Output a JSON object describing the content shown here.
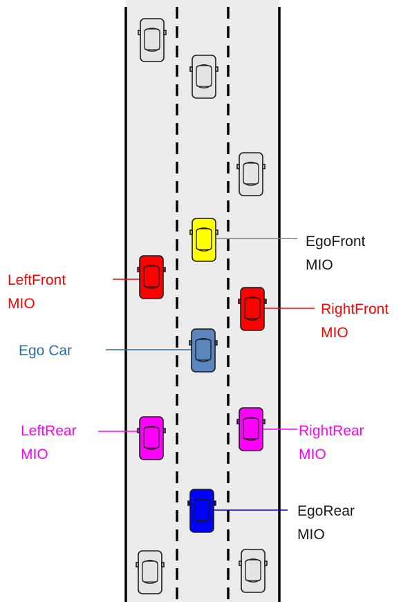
{
  "colors": {
    "traffic": "#e4e4e4",
    "mio_side_front": "#ff0000",
    "mio_ego_front": "#ffff00",
    "ego_car": "#5b86bd",
    "mio_side_rear": "#ff00ff",
    "mio_ego_rear": "#0000ff",
    "leader_ego_front": "#808080",
    "leader_ego_car": "#2f6f9f",
    "leader_ego_rear": "#0000ff",
    "label_black": "#1a1a1a",
    "label_red": "#ff0000",
    "label_blue": "#2b6ea8",
    "label_magenta": "#ff00ff"
  },
  "labels": {
    "ego_front": [
      "EgoFront",
      "MIO"
    ],
    "left_front": [
      "LeftFront",
      "MIO"
    ],
    "right_front": [
      "RightFront",
      "MIO"
    ],
    "ego_car": [
      "Ego Car"
    ],
    "left_rear": [
      "LeftRear",
      "MIO"
    ],
    "right_rear": [
      "RightRear",
      "MIO"
    ],
    "ego_rear": [
      "EgoRear",
      "MIO"
    ]
  }
}
